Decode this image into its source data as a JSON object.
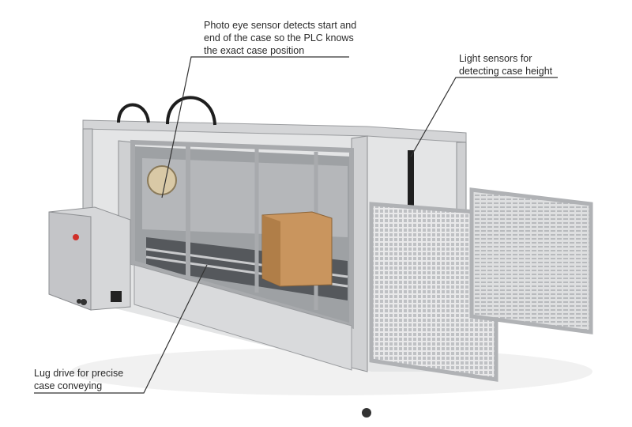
{
  "callouts": {
    "photo_eye": {
      "lines": [
        "Photo eye sensor detects start and",
        "end of the case so the PLC knows",
        "the exact case position"
      ]
    },
    "light_sensors": {
      "lines": [
        "Light sensors for",
        "detecting case height"
      ]
    },
    "lug_drive": {
      "lines": [
        "Lug drive for precise",
        "case conveying"
      ]
    }
  },
  "colors": {
    "frame": "#c9cacc",
    "frame_dark": "#8e9093",
    "cardboard": "#c9955e",
    "leader": "#333333"
  }
}
